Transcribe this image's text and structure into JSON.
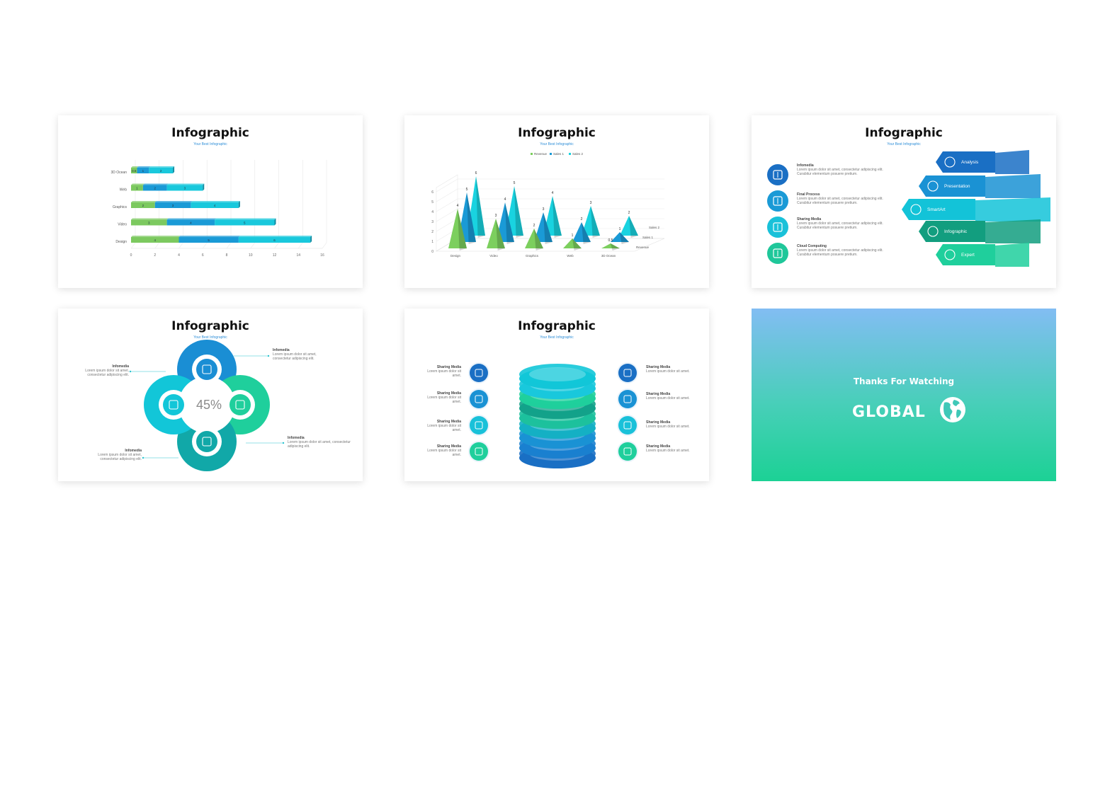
{
  "slide_title": "Infographic",
  "slide_subtitle": "Your Best Infographic",
  "slide1": {
    "chart_data": {
      "type": "bar",
      "orientation": "horizontal",
      "stacked": true,
      "categories": [
        "3D Ocean",
        "Web",
        "Graphics",
        "Video",
        "Design"
      ],
      "series": [
        {
          "values": [
            0.5,
            1,
            2,
            3,
            4
          ],
          "color": "#7cc95f"
        },
        {
          "values": [
            1,
            2,
            3,
            4,
            5
          ],
          "color": "#1a9ad6"
        },
        {
          "values": [
            2,
            3,
            4,
            5,
            6
          ],
          "color": "#19c8dc"
        }
      ],
      "data_labels": [
        [
          "0.5",
          "1",
          "2"
        ],
        [
          "1",
          "2",
          "3"
        ],
        [
          "2",
          "3",
          "4"
        ],
        [
          "3",
          "4",
          "5"
        ],
        [
          "4",
          "5",
          "6"
        ]
      ],
      "xlim": [
        0,
        16
      ],
      "x_ticks": [
        "0",
        "2",
        "4",
        "6",
        "8",
        "10",
        "12",
        "14",
        "16"
      ],
      "grid": true
    }
  },
  "slide2": {
    "chart_data": {
      "type": "bar",
      "style": "3d-cone",
      "categories": [
        "Design",
        "Video",
        "Graphics",
        "Web",
        "3D Ocean"
      ],
      "series": [
        {
          "name": "Revenue",
          "values": [
            4,
            3,
            2,
            1,
            0.5
          ],
          "color": "#7ccf5e"
        },
        {
          "name": "Sales 1",
          "values": [
            5,
            4,
            3,
            2,
            1
          ],
          "color": "#1a9ad6"
        },
        {
          "name": "Sales 2",
          "values": [
            6,
            5,
            4,
            3,
            2
          ],
          "color": "#19d3e0"
        }
      ],
      "value_labels": [
        "4",
        "5",
        "6",
        "3",
        "4",
        "5",
        "2",
        "3",
        "4",
        "1",
        "2",
        "3",
        "0.5",
        "1",
        "2"
      ],
      "ylim": [
        0,
        6
      ],
      "y_ticks": [
        "0",
        "1",
        "2",
        "3",
        "4",
        "5",
        "6"
      ],
      "depth_labels": [
        "Revenue",
        "Sales 1",
        "Sales 2"
      ],
      "legend_position": "top"
    }
  },
  "slide3": {
    "items": [
      {
        "title": "Infomedia",
        "text": "Lorem ipsum dolor sit amet, consectetur adipiscing elit. Curabitur elementum posuere pretium.",
        "icon": "hourglass-icon",
        "color": "#1a6fc4"
      },
      {
        "title": "Final Process",
        "text": "Lorem ipsum dolor sit amet, consectetur adipiscing elit. Curabitur elementum posuere pretium.",
        "icon": "image-icon",
        "color": "#1a9ad6"
      },
      {
        "title": "Sharing Media",
        "text": "Lorem ipsum dolor sit amet, consectetur adipiscing elit. Curabitur elementum posuere pretium.",
        "icon": "inbox-icon",
        "color": "#19c1d9"
      },
      {
        "title": "Cloud Computing",
        "text": "Lorem ipsum dolor sit amet, consectetur adipiscing elit. Curabitur elementum posuere pretium.",
        "icon": "sliders-icon",
        "color": "#1fc79a"
      }
    ],
    "arrows": [
      {
        "label": "Analysis",
        "icon": "coffee-icon",
        "color": "#1a6fc4"
      },
      {
        "label": "Presentation",
        "icon": "gear-icon",
        "color": "#1a92d4"
      },
      {
        "label": "SmartArt",
        "icon": "tools-icon",
        "color": "#13c3d8"
      },
      {
        "label": "Infographic",
        "icon": "cloud-sun-icon",
        "color": "#129e7f"
      },
      {
        "label": "Expert",
        "icon": "gauge-icon",
        "color": "#1fcf9c"
      }
    ]
  },
  "slide4": {
    "center_value": "45%",
    "labels": [
      {
        "title": "Infomedia",
        "text": "Lorem ipsum dolor sit amet, consectetur adipiscing elit."
      },
      {
        "title": "Infomedia",
        "text": "Lorem ipsum dolor sit amet, consectetur adipiscing elit."
      },
      {
        "title": "Infomedia",
        "text": "Lorem ipsum dolor sit amet, consectetur adipiscing elit."
      },
      {
        "title": "Infomedia",
        "text": "Lorem ipsum dolor sit amet, consectetur adipiscing elit."
      }
    ]
  },
  "slide5": {
    "left": [
      {
        "title": "Sharing Media",
        "text": "Lorem ipsum dolor sit amet."
      },
      {
        "title": "Sharing Media",
        "text": "Lorem ipsum dolor sit amet."
      },
      {
        "title": "Sharing Media",
        "text": "Lorem ipsum dolor sit amet."
      },
      {
        "title": "Sharing Media",
        "text": "Lorem ipsum dolor sit amet."
      }
    ],
    "right": [
      {
        "title": "Sharing Media",
        "text": "Lorem ipsum dolor sit amet."
      },
      {
        "title": "Sharing Media",
        "text": "Lorem ipsum dolor sit amet."
      },
      {
        "title": "Sharing Media",
        "text": "Lorem ipsum dolor sit amet."
      },
      {
        "title": "Sharing Media",
        "text": "Lorem ipsum dolor sit amet."
      }
    ]
  },
  "slide6": {
    "thanks": "Thanks For Watching",
    "brand": "GLOBAL",
    "icon": "globe-icon"
  }
}
